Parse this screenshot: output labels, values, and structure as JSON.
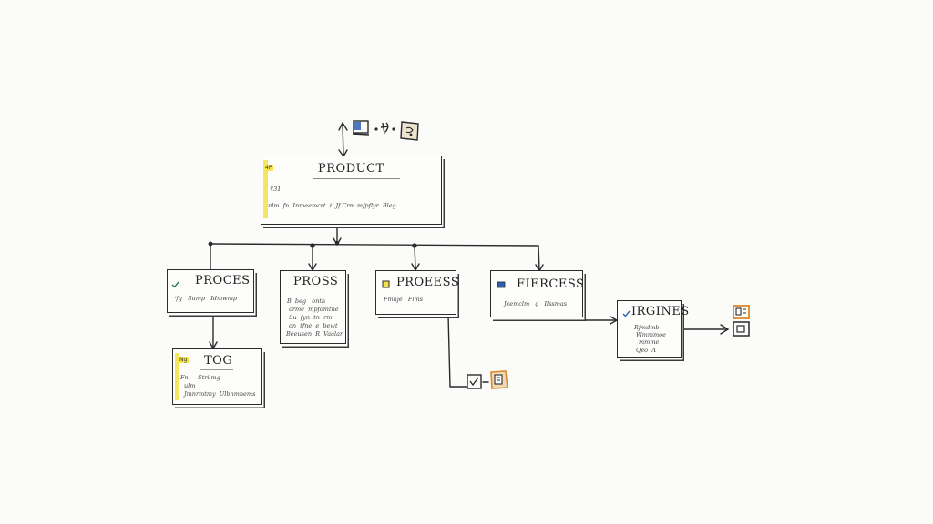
{
  "nodes": {
    "product": {
      "title": "PRODUCT",
      "tag": "4P",
      "lines": [
        "₹31",
        "ᴨlm  fn  Inmeemcrt  ℓ  Jf Crm mfpflyr  Bleg"
      ]
    },
    "process_1": {
      "title": "PROCES",
      "lines": [
        "ⁱfg   Sump   Idmwmp"
      ]
    },
    "process_2": {
      "title": "PROSS",
      "lines": [
        "B  beg   onth",
        "orme  mpfomtne",
        "Su  fyn  tn  rm",
        "on  tfne  e  bewt",
        "Beeusen  R  Vaalar"
      ]
    },
    "process_3": {
      "title": "PROEESS",
      "lines": [
        "Fmnje   Flms"
      ]
    },
    "process_4": {
      "title": "FIERCESS",
      "lines": [
        "Jcemclm   ǫ   Ilssmas"
      ]
    },
    "tog": {
      "title": "TОG",
      "tag": "Ng",
      "lines": [
        "Fn  -  Strilmg",
        "ulm",
        "Jmnrmtmy  Ulbnmnems"
      ]
    },
    "regines": {
      "title": "IRGINES",
      "lines": [
        "Rjmdmb",
        "Wmmmoe",
        "mmme",
        "Qeo  Ʌ"
      ]
    }
  },
  "colors": {
    "ink": "#2b2b2b",
    "highlight": "#f2e24a",
    "accent_blue": "#2f5fb3",
    "accent_orange": "#d98b2b"
  },
  "icons": [
    "monitor-icon",
    "gear-icon",
    "box-icon",
    "check-icon",
    "document-icon",
    "outline-square-icon"
  ]
}
